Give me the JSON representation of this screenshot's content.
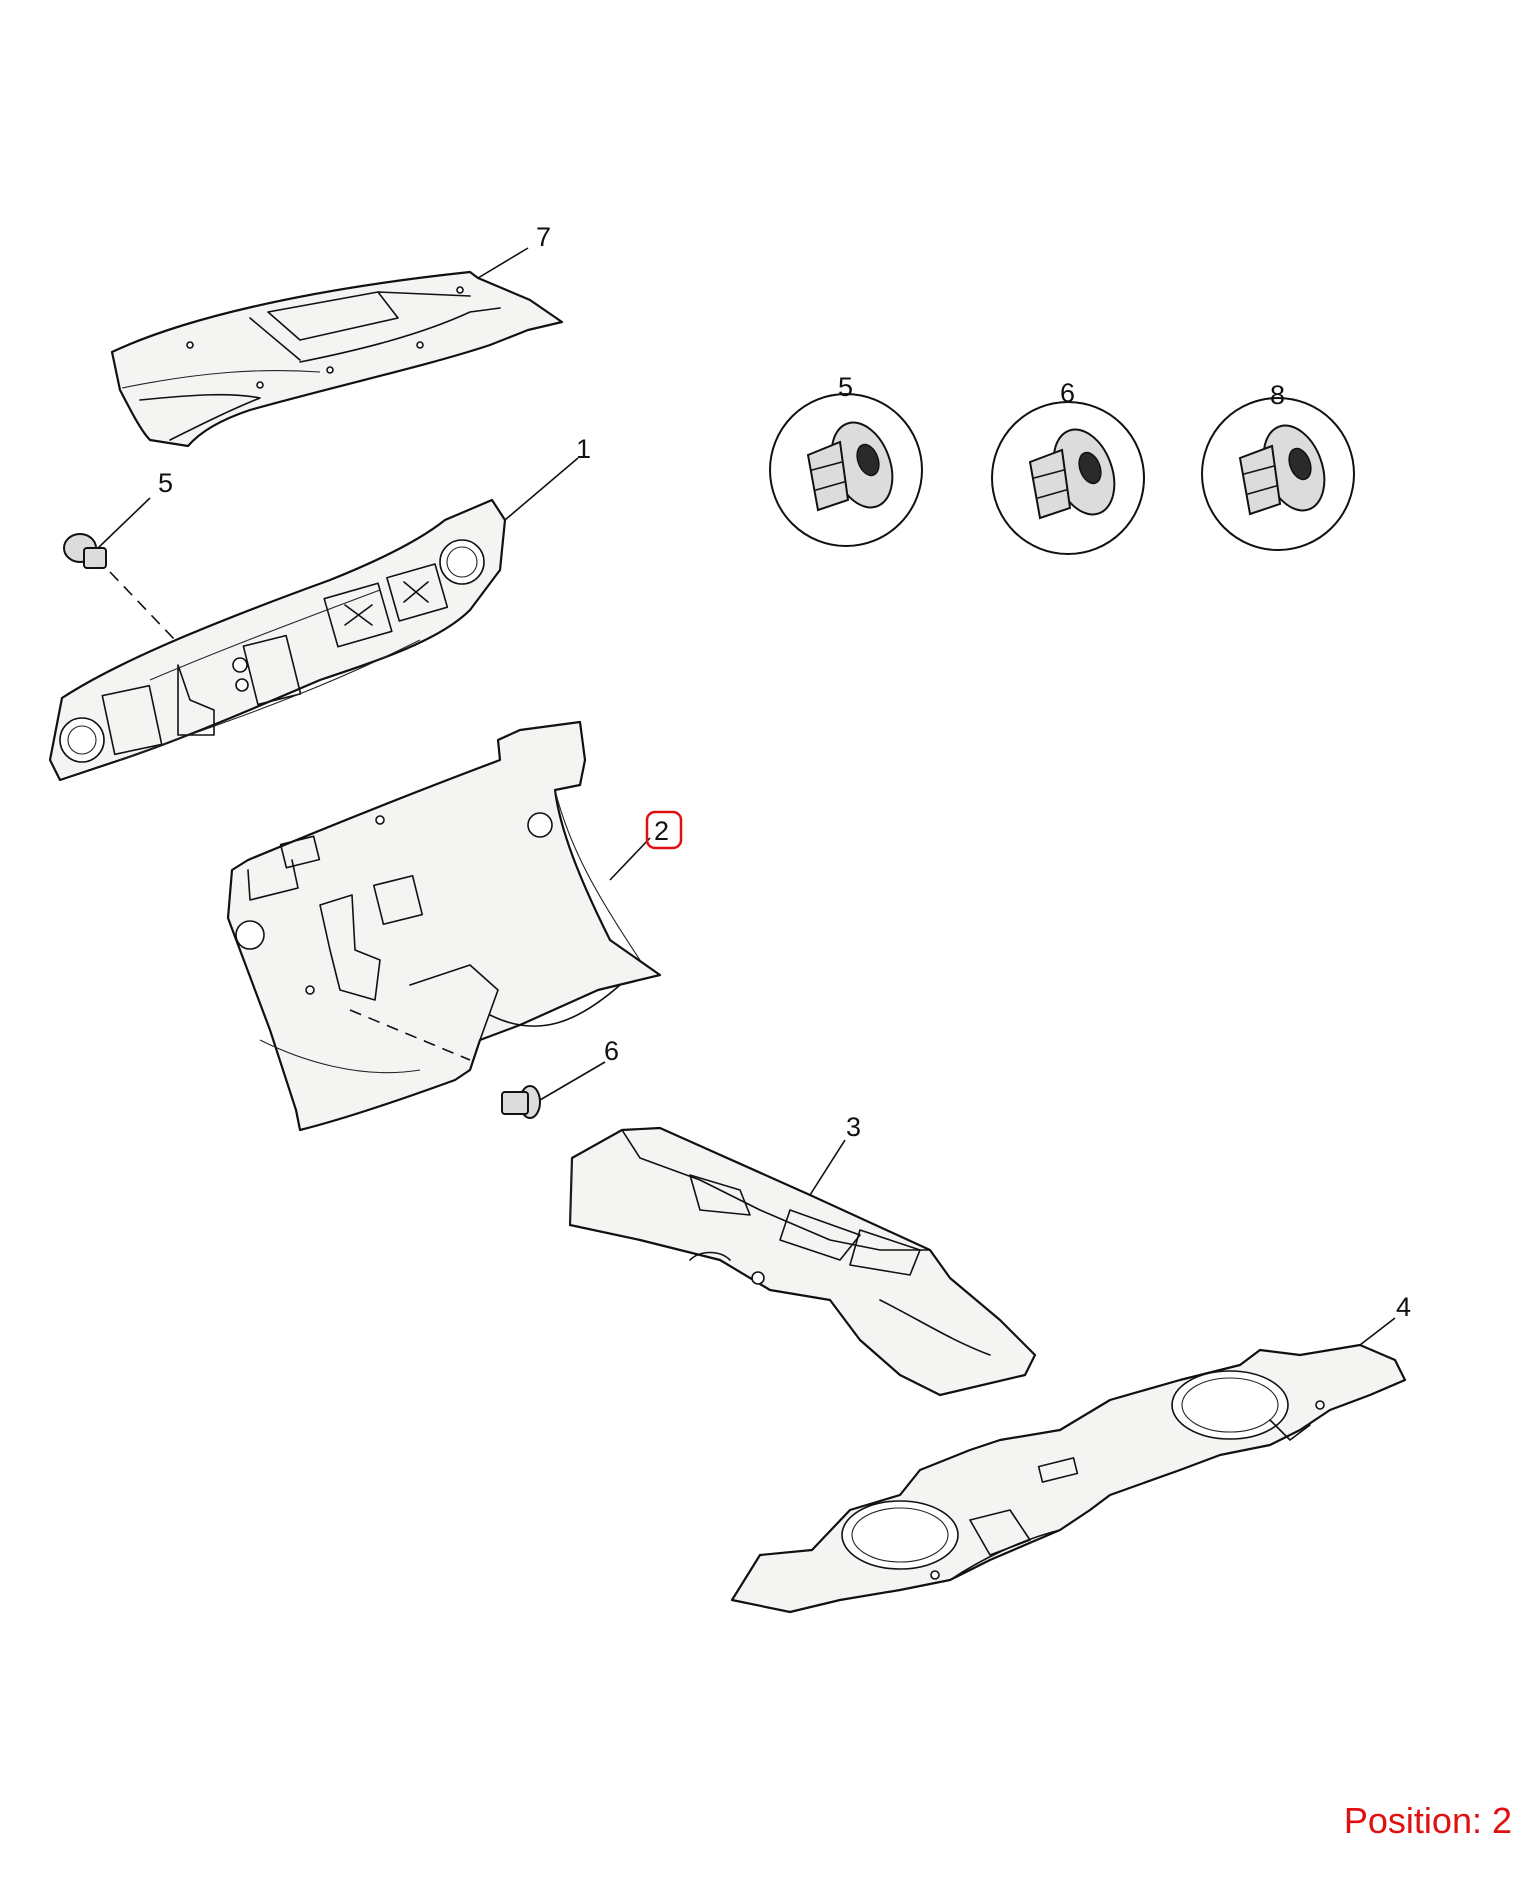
{
  "callouts": {
    "part_7": "7",
    "part_1": "1",
    "part_5_left": "5",
    "part_2": "2",
    "part_6_lower": "6",
    "part_3": "3",
    "part_4": "4",
    "detail_5": "5",
    "detail_6": "6",
    "detail_8": "8"
  },
  "highlighted_callout": "2",
  "colors": {
    "highlight": "#e01010",
    "line": "#111111"
  },
  "position_label": "Position: 2"
}
